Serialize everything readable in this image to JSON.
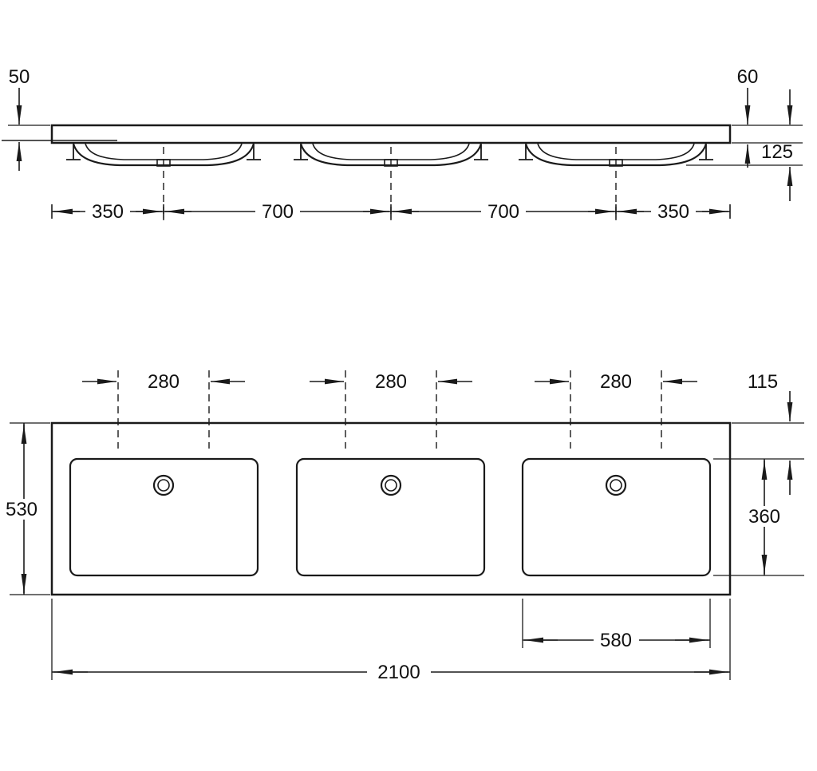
{
  "drawing": {
    "subject": "Triple washbasin countertop - dimensioned technical drawing",
    "units": "mm",
    "side_view": {
      "dim_edge_thickness_left": "50",
      "dim_edge_thickness_right": "60",
      "dim_total_depth_right": "125",
      "spacing": [
        "350",
        "700",
        "700",
        "350"
      ]
    },
    "plan_view": {
      "tap_spacing": [
        "280",
        "280",
        "280"
      ],
      "dim_front_edge_to_basin": "115",
      "dim_total_depth": "530",
      "dim_basin_depth": "360",
      "dim_basin_width": "580",
      "dim_total_width": "2100"
    }
  }
}
